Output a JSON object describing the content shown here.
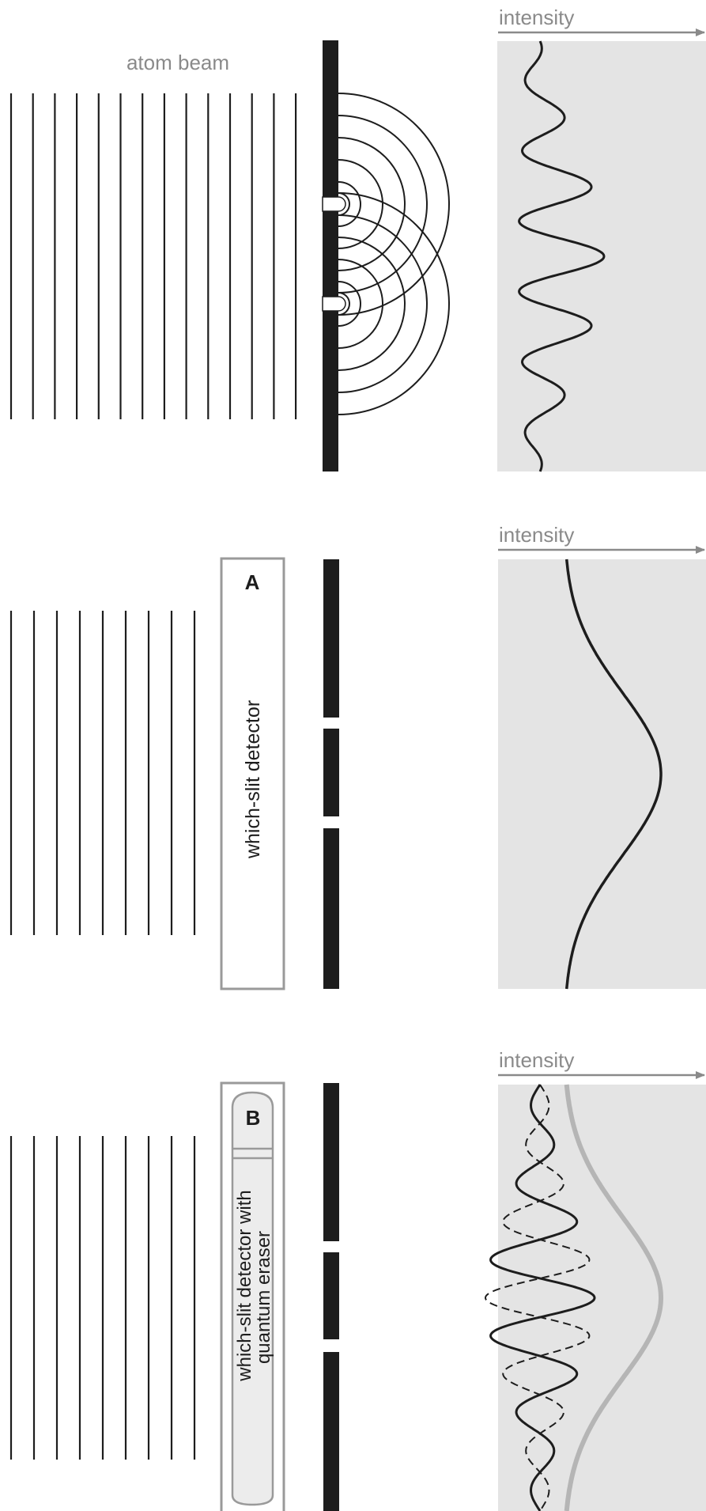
{
  "panels": [
    {
      "beam_label": "atom beam",
      "intensity_label": "intensity",
      "wavefront_count": 14,
      "slits": 2,
      "pattern": "interference"
    },
    {
      "intensity_label": "intensity",
      "wavefront_count": 9,
      "detector_letter": "A",
      "detector_label": "which-slit detector",
      "pattern": "no-interference"
    },
    {
      "intensity_label": "intensity",
      "wavefront_count": 9,
      "detector_letter": "B",
      "detector_label_line1": "which-slit detector with",
      "detector_label_line2": "quantum eraser",
      "pattern": "interference-and-anti-interference"
    }
  ],
  "colors": {
    "ink": "#1d1d1d",
    "label_gray": "#8a8a8a",
    "screen_fill": "#e4e4e4",
    "detector_stroke": "#9a9a9a",
    "envelope_gray": "#b5b5b5"
  }
}
